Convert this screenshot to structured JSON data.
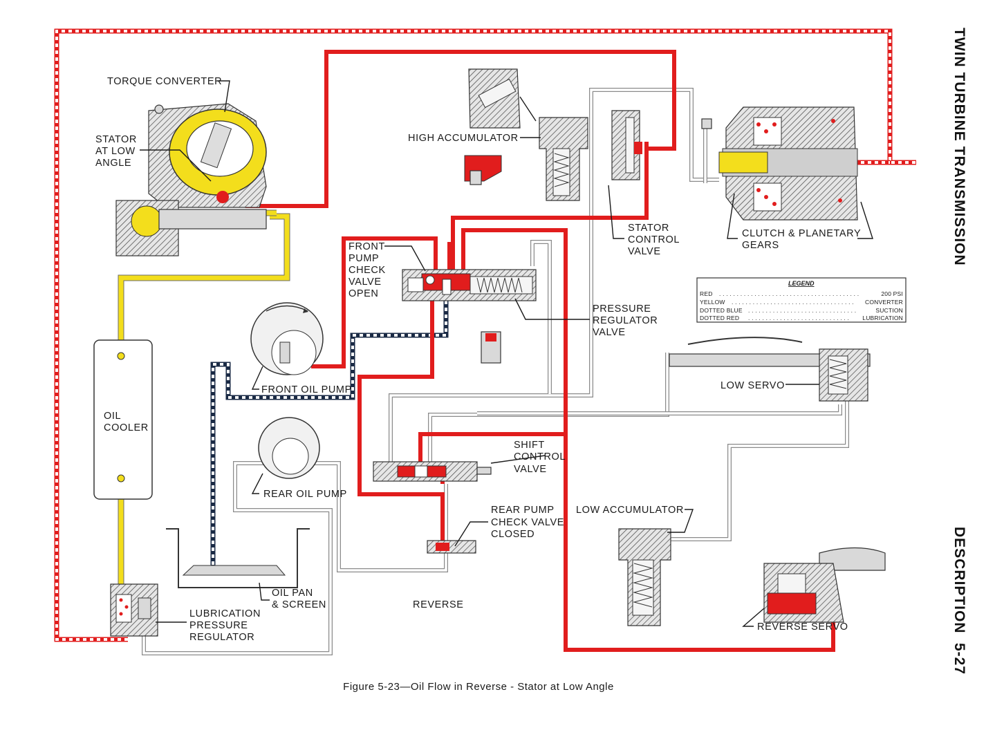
{
  "side_title": "TWIN TURBINE TRANSMISSION",
  "side_section": "DESCRIPTION",
  "page_number": "5-27",
  "caption": "Figure 5-23—Oil Flow in Reverse - Stator at Low Angle",
  "mode_label": "REVERSE",
  "labels": {
    "torque_converter": "TORQUE CONVERTER",
    "stator_1": "STATOR",
    "stator_2": "AT LOW",
    "stator_3": "ANGLE",
    "high_accumulator": "HIGH ACCUMULATOR",
    "stator_control_1": "STATOR",
    "stator_control_2": "CONTROL",
    "stator_control_3": "VALVE",
    "clutch_planetary_1": "CLUTCH & PLANETARY",
    "clutch_planetary_2": "GEARS",
    "front_pump_check_1": "FRONT",
    "front_pump_check_2": "PUMP",
    "front_pump_check_3": "CHECK",
    "front_pump_check_4": "VALVE",
    "front_pump_check_5": "OPEN",
    "pressure_regulator_1": "PRESSURE",
    "pressure_regulator_2": "REGULATOR",
    "pressure_regulator_3": "VALVE",
    "front_oil_pump": "FRONT OIL PUMP",
    "oil_cooler_1": "OIL",
    "oil_cooler_2": "COOLER",
    "low_servo": "LOW SERVO",
    "shift_control_1": "SHIFT",
    "shift_control_2": "CONTROL",
    "shift_control_3": "VALVE",
    "rear_oil_pump": "REAR OIL PUMP",
    "rear_pump_check_1": "REAR PUMP",
    "rear_pump_check_2": "CHECK VALVE",
    "rear_pump_check_3": "CLOSED",
    "low_accumulator": "LOW ACCUMULATOR",
    "oil_pan_1": "OIL PAN",
    "oil_pan_2": "& SCREEN",
    "lube_reg_1": "LUBRICATION",
    "lube_reg_2": "PRESSURE",
    "lube_reg_3": "REGULATOR",
    "reverse_servo": "REVERSE SERVO"
  },
  "legend": {
    "title": "LEGEND",
    "rows": [
      {
        "line": "RED",
        "meaning": "200 PSI"
      },
      {
        "line": "YELLOW",
        "meaning": "CONVERTER"
      },
      {
        "line": "DOTTED BLUE",
        "meaning": "SUCTION"
      },
      {
        "line": "DOTTED RED",
        "meaning": "LUBRICATION"
      }
    ]
  },
  "colors": {
    "pressure_red": "#e11d1d",
    "converter_yellow": "#f3de1c",
    "suction_blue": "#1a2a45",
    "line_gray": "#8a8a8a"
  }
}
